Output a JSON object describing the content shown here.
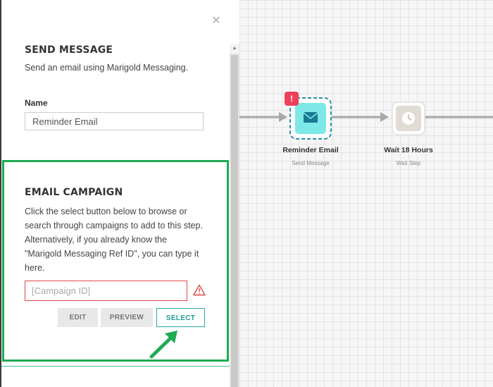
{
  "panel": {
    "close_icon": "close-icon",
    "send_message": {
      "title": "SEND MESSAGE",
      "description": "Send an email using Marigold Messaging."
    },
    "name": {
      "label": "Name",
      "value": "Reminder Email"
    },
    "email_campaign": {
      "title": "EMAIL CAMPAIGN",
      "description": "Click the select button below to browse or search through campaigns to add to this step. Alternatively, if you already know the \"Marigold Messaging Ref ID\", you can type it here.",
      "input_placeholder": "[Campaign ID]",
      "warning_icon": "warning-icon",
      "buttons": {
        "edit": "EDIT",
        "preview": "PREVIEW",
        "select": "SELECT"
      }
    }
  },
  "canvas": {
    "nodes": [
      {
        "title": "Reminder Email",
        "subtitle": "Send Message",
        "icon": "envelope-icon",
        "badge": "!"
      },
      {
        "title": "Wait 18 Hours",
        "subtitle": "Wait Step",
        "icon": "clock-icon"
      }
    ]
  },
  "colors": {
    "highlight_border": "#1faa53",
    "error": "#e04848",
    "accent_teal": "#2aa6a2",
    "email_node": "#7de8e6",
    "badge": "#f0405a"
  }
}
